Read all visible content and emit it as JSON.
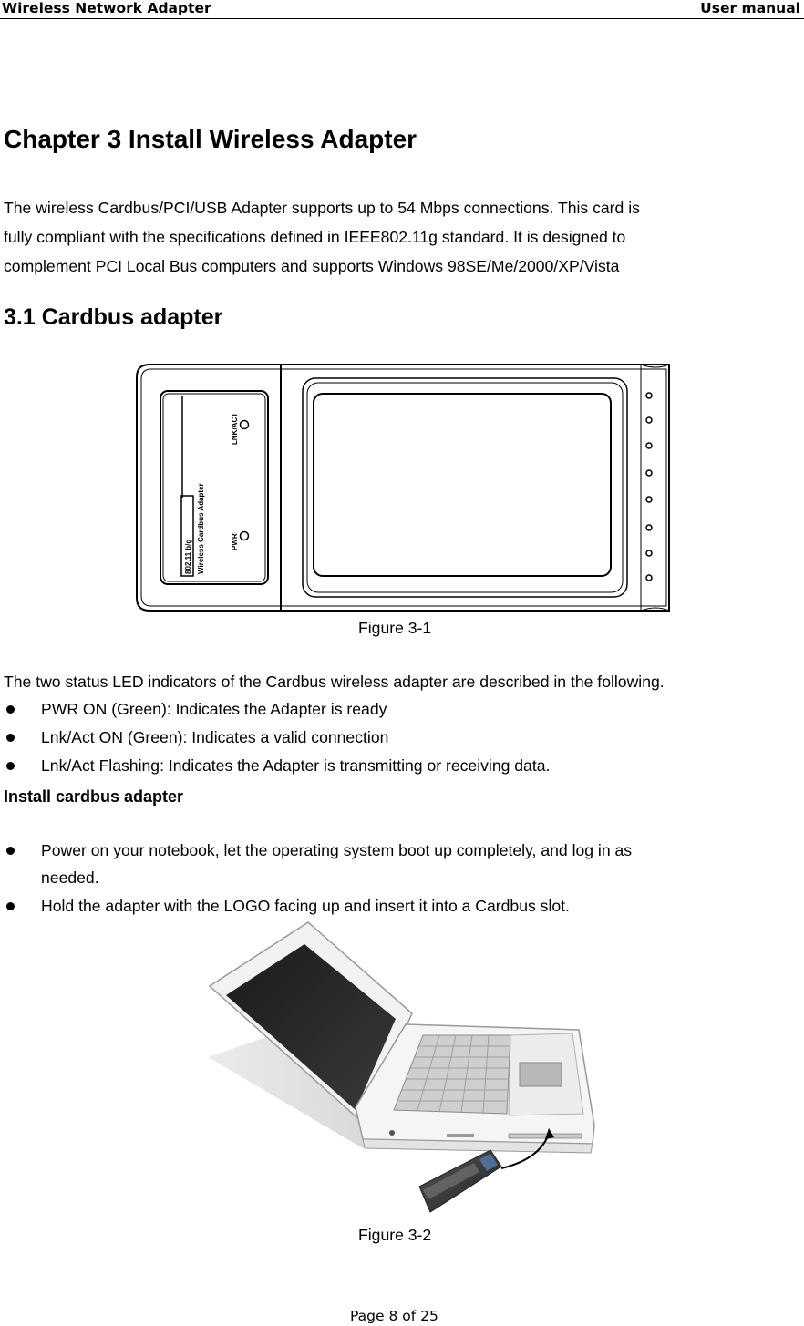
{
  "header": {
    "left": "Wireless Network Adapter",
    "right": "User manual"
  },
  "chapter_title": "Chapter 3 Install Wireless Adapter",
  "intro": [
    "The wireless Cardbus/PCI/USB Adapter supports up to 54 Mbps connections. This card is",
    "fully compliant with the specifications defined in IEEE802.11g standard. It is designed to",
    "complement PCI Local Bus computers and supports Windows 98SE/Me/2000/XP/Vista"
  ],
  "section_title": "3.1 Cardbus adapter",
  "figure1": {
    "caption": "Figure 3-1",
    "card_label_1": "802.11 b/g",
    "card_label_2": "Wireless Cardbus Adapter",
    "led_lnk": "LNK/ACT",
    "led_pwr": "PWR"
  },
  "led_intro": "The two status LED indicators of the Cardbus wireless adapter are described in the following.",
  "led_items": [
    "PWR ON (Green): Indicates the Adapter is ready",
    "Lnk/Act ON (Green): Indicates a valid connection",
    "Lnk/Act Flashing: Indicates the Adapter is transmitting or receiving data."
  ],
  "install_title": "Install cardbus adapter",
  "install_items": [
    {
      "line1": "Power on your notebook, let the operating system boot up completely, and log in as",
      "line2": "needed."
    },
    {
      "line1": "Hold the adapter with the LOGO facing up and insert it into a Cardbus slot."
    }
  ],
  "figure2": {
    "caption": "Figure 3-2"
  },
  "footer": "Page 8 of 25"
}
